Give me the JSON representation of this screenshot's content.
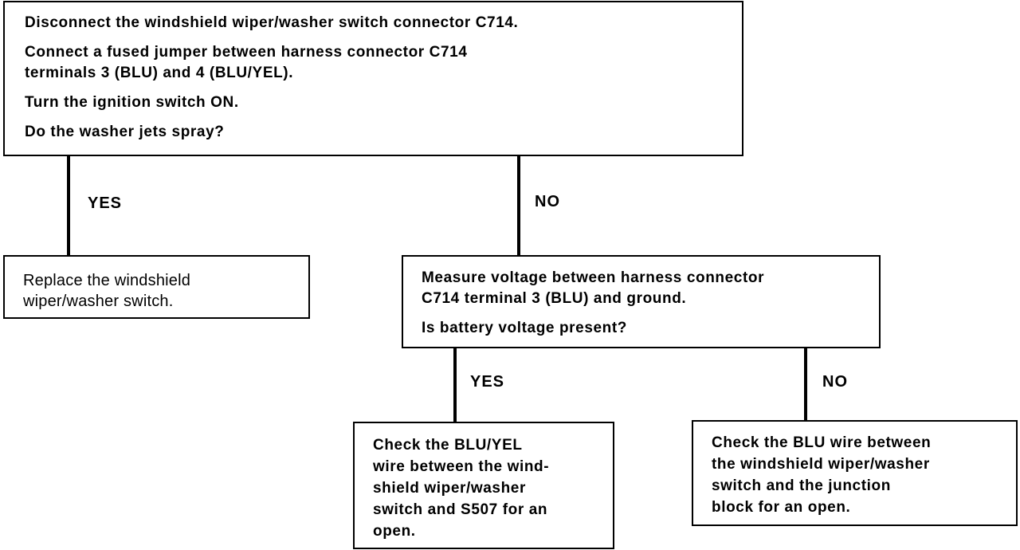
{
  "flowchart": {
    "start": {
      "lines": [
        "Disconnect the windshield wiper/washer switch connector C714.",
        "Connect a fused jumper between harness connector C714",
        "terminals 3 (BLU) and 4 (BLU/YEL).",
        "Turn the ignition switch ON.",
        "Do the washer jets spray?"
      ]
    },
    "start_yes_label": "YES",
    "start_no_label": "NO",
    "replace_switch": {
      "lines": [
        "Replace the windshield",
        "wiper/washer switch."
      ]
    },
    "measure_voltage": {
      "lines": [
        "Measure voltage between harness connector",
        "C714 terminal 3 (BLU) and ground.",
        "Is battery voltage present?"
      ]
    },
    "measure_yes_label": "YES",
    "measure_no_label": "NO",
    "check_blu_yel": {
      "lines": [
        "Check the BLU/YEL",
        "wire between the wind-",
        "shield wiper/washer",
        "switch and S507 for an",
        "open."
      ]
    },
    "check_blu": {
      "lines": [
        "Check the BLU wire between",
        "the windshield wiper/washer",
        "switch and the junction",
        "block for an open."
      ]
    }
  }
}
